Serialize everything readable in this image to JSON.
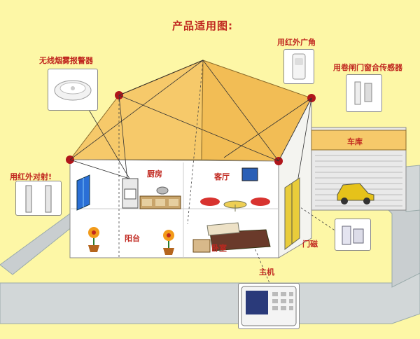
{
  "title": "产品适用图:",
  "labels": {
    "smoke_alarm": "无线烟雾报警器",
    "pir_wide": "用红外广角",
    "shutter_sensor": "用卷闸门窗合传感器",
    "beam_detector": "用红外对射!",
    "garage": "车库",
    "kitchen": "厨房",
    "living_room": "客厅",
    "balcony": "阳台",
    "bedroom": "卧室",
    "door_sensor": "门磁",
    "host": "主机"
  },
  "colors": {
    "background": "#fdf7a6",
    "roof": "#f6c96a",
    "wall": "#ffffff",
    "label_red": "#c0271f",
    "fence": "#d2d7d8"
  }
}
